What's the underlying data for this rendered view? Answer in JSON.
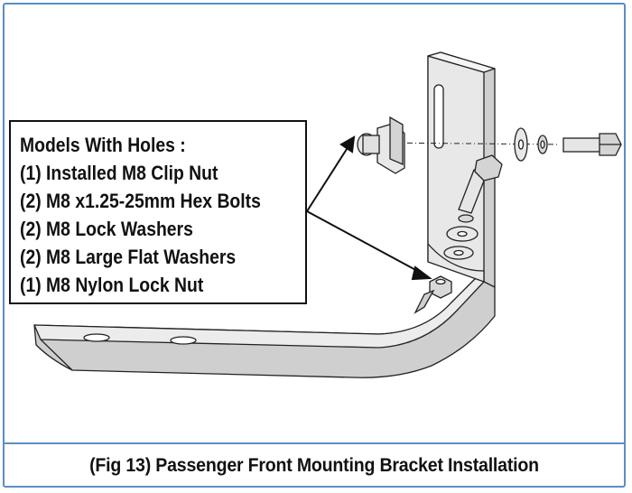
{
  "legend": {
    "title": "Models With Holes :",
    "items": [
      "(1) Installed M8 Clip Nut",
      "(2) M8 x1.25-25mm Hex Bolts",
      "(2) M8 Lock Washers",
      "(2) M8 Large Flat Washers",
      "(1) M8 Nylon Lock Nut"
    ]
  },
  "caption": "(Fig 13) Passenger Front Mounting Bracket Installation",
  "colors": {
    "frame": "#5b8ec4",
    "part_fill": "#e3e3e3",
    "part_shade": "#c8c8c8",
    "outline": "#222222"
  }
}
